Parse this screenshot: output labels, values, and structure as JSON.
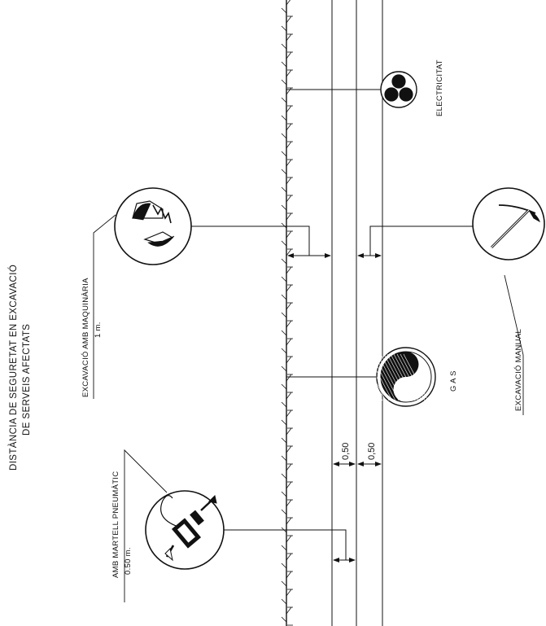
{
  "title": {
    "line1": "DISTÀNCIA DE SEGURETAT EN EXCAVACIÓ",
    "line2": "DE SERVEIS AFECTATS"
  },
  "labels": {
    "maquinaria_line1": "EXCAVACIÓ AMB MAQUINÀRIA",
    "maquinaria_line2": "1 m.",
    "martell_line1": "AMB MARTELL PNEUMÀTIC",
    "martell_line2": "0.50 m.",
    "manual": "EXCAVACIÓ MANUAL",
    "gas": "G A S",
    "electricitat": "ELECTRICITAT"
  },
  "dimensions": {
    "d1": "0,50",
    "d2": "0,50"
  },
  "icons": {
    "excavator": "excavator-bucket-icon",
    "pickaxe": "pickaxe-icon",
    "jackhammer": "pneumatic-hammer-icon",
    "gas": "gas-pipe-icon",
    "electric": "electric-cables-icon"
  },
  "colors": {
    "ink": "#111111",
    "background": "#ffffff"
  }
}
